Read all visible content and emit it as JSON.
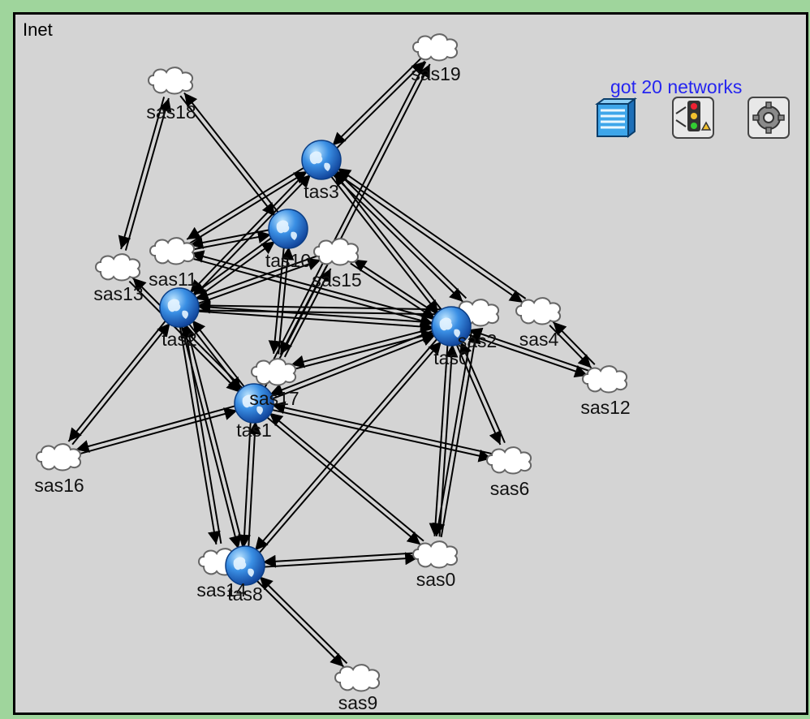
{
  "window": {
    "title": "Inet"
  },
  "status": {
    "text": "got 20 networks"
  },
  "toolbar": {
    "icons": [
      {
        "name": "list-icon",
        "color": "#2a8bd7"
      },
      {
        "name": "traffic-light-icon",
        "color": "#555555"
      },
      {
        "name": "gear-icon",
        "color": "#666666"
      }
    ]
  },
  "colors": {
    "background": "#d4d4d4",
    "frame": "#000000",
    "outer": "#9fd59c",
    "status_text": "#2525f0",
    "router": "#1d6fd0",
    "cloud": "#ffffff"
  },
  "nodes": [
    {
      "id": "sas19",
      "label": "sas19",
      "type": "cloud"
    },
    {
      "id": "sas18",
      "label": "sas18",
      "type": "cloud"
    },
    {
      "id": "tas3",
      "label": "tas3",
      "type": "router"
    },
    {
      "id": "tas10",
      "label": "tas10",
      "type": "router"
    },
    {
      "id": "sas11",
      "label": "sas11",
      "type": "cloud"
    },
    {
      "id": "sas13",
      "label": "sas13",
      "type": "cloud"
    },
    {
      "id": "sas15",
      "label": "sas15",
      "type": "cloud"
    },
    {
      "id": "tas2",
      "label": "tas2",
      "type": "router"
    },
    {
      "id": "sas2",
      "label": "sas2",
      "type": "cloud"
    },
    {
      "id": "tas0",
      "label": "tas0",
      "type": "router"
    },
    {
      "id": "sas4",
      "label": "sas4",
      "type": "cloud"
    },
    {
      "id": "sas17",
      "label": "sas17",
      "type": "cloud"
    },
    {
      "id": "tas1",
      "label": "tas1",
      "type": "router"
    },
    {
      "id": "sas12",
      "label": "sas12",
      "type": "cloud"
    },
    {
      "id": "sas16",
      "label": "sas16",
      "type": "cloud"
    },
    {
      "id": "sas6",
      "label": "sas6",
      "type": "cloud"
    },
    {
      "id": "sas14",
      "label": "sas14",
      "type": "cloud"
    },
    {
      "id": "tas8",
      "label": "tas8",
      "type": "router"
    },
    {
      "id": "sas0",
      "label": "sas0",
      "type": "cloud"
    },
    {
      "id": "sas9",
      "label": "sas9",
      "type": "cloud"
    }
  ],
  "links": [
    [
      "sas19",
      "tas3"
    ],
    [
      "sas18",
      "sas13"
    ],
    [
      "sas18",
      "tas10"
    ],
    [
      "tas3",
      "sas11"
    ],
    [
      "tas3",
      "tas2"
    ],
    [
      "tas3",
      "tas0"
    ],
    [
      "tas3",
      "sas4"
    ],
    [
      "tas3",
      "sas2"
    ],
    [
      "tas10",
      "tas2"
    ],
    [
      "tas10",
      "sas17"
    ],
    [
      "tas10",
      "sas11"
    ],
    [
      "sas19",
      "tas1"
    ],
    [
      "sas15",
      "tas0"
    ],
    [
      "sas15",
      "sas17"
    ],
    [
      "sas15",
      "tas2"
    ],
    [
      "tas2",
      "tas0"
    ],
    [
      "tas2",
      "sas2"
    ],
    [
      "tas2",
      "tas1"
    ],
    [
      "tas2",
      "sas16"
    ],
    [
      "tas2",
      "sas14"
    ],
    [
      "tas2",
      "tas8"
    ],
    [
      "tas0",
      "sas17"
    ],
    [
      "tas0",
      "tas1"
    ],
    [
      "tas0",
      "sas0"
    ],
    [
      "tas0",
      "sas12"
    ],
    [
      "tas0",
      "tas8"
    ],
    [
      "tas0",
      "sas6"
    ],
    [
      "tas1",
      "sas16"
    ],
    [
      "tas1",
      "sas0"
    ],
    [
      "tas1",
      "sas6"
    ],
    [
      "tas1",
      "tas8"
    ],
    [
      "tas8",
      "sas0"
    ],
    [
      "tas8",
      "sas9"
    ],
    [
      "sas13",
      "tas1"
    ],
    [
      "sas4",
      "sas12"
    ],
    [
      "sas2",
      "sas0"
    ],
    [
      "sas11",
      "tas0"
    ]
  ]
}
